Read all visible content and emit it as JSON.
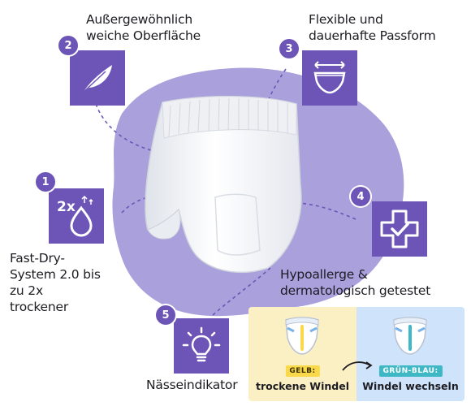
{
  "features": [
    {
      "number": "1",
      "label": "Fast-Dry-\nSystem 2.0 bis\nzu 2x\ntrockener",
      "icon": "fast-dry-droplet-icon"
    },
    {
      "number": "2",
      "label": "Außergewöhnlich\nweiche Oberfläche",
      "icon": "feather-icon"
    },
    {
      "number": "3",
      "label": "Flexible und\ndauerhafte Passform",
      "icon": "flexible-waistband-icon"
    },
    {
      "number": "4",
      "label": "Hypoallerge &\ndermatologisch getestet",
      "icon": "medical-cross-check-icon"
    },
    {
      "number": "5",
      "label": "Nässeindikator",
      "icon": "lightbulb-icon"
    }
  ],
  "fast_dry_badge": "2x",
  "legend": {
    "dry": {
      "badge": "GELB:",
      "label": "trockene Windel",
      "color": "#f9d94a",
      "background": "#fbf0c4"
    },
    "wet": {
      "badge": "GRÜN-BLAU:",
      "label": "Windel wechseln",
      "color": "#3fb8c6",
      "background": "#cfe4fa"
    }
  },
  "colors": {
    "accent": "#6c55b6",
    "blob": "#a9a0dc"
  }
}
